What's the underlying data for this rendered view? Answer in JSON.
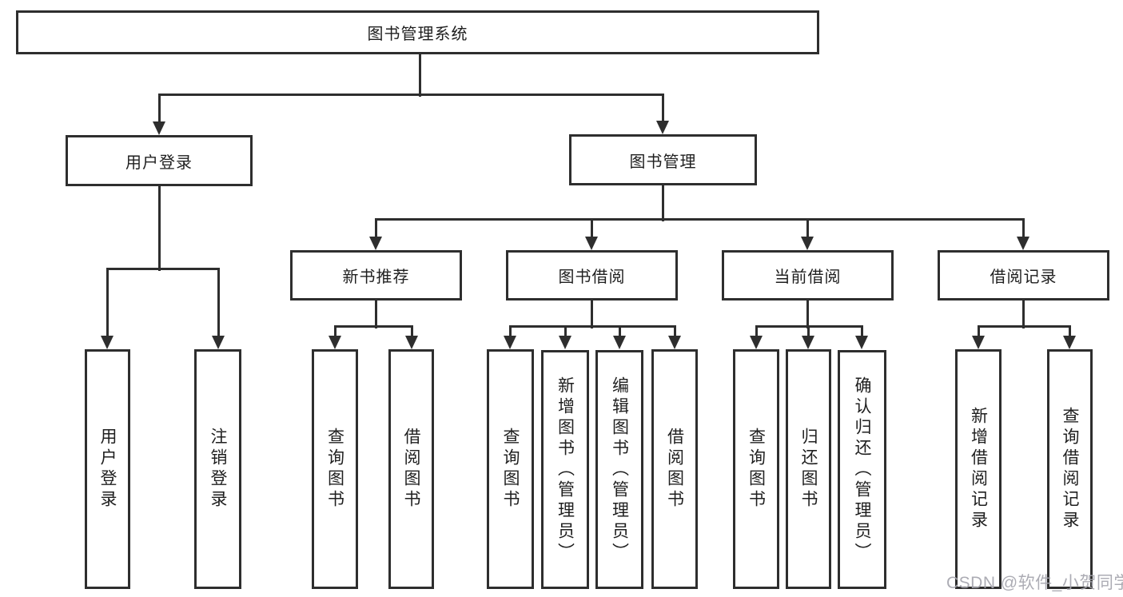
{
  "root": {
    "label": "图书管理系统"
  },
  "login": {
    "label": "用户登录",
    "children": [
      {
        "label": "用户登录"
      },
      {
        "label": "注销登录"
      }
    ]
  },
  "mgmt": {
    "label": "图书管理",
    "sections": [
      {
        "label": "新书推荐",
        "children": [
          {
            "label": "查询图书"
          },
          {
            "label": "借阅图书"
          }
        ]
      },
      {
        "label": "图书借阅",
        "children": [
          {
            "label": "查询图书"
          },
          {
            "label": "新增图书（管理员）"
          },
          {
            "label": "编辑图书（管理员）"
          },
          {
            "label": "借阅图书"
          }
        ]
      },
      {
        "label": "当前借阅",
        "children": [
          {
            "label": "查询图书"
          },
          {
            "label": "归还图书"
          },
          {
            "label": "确认归还（管理员）"
          }
        ]
      },
      {
        "label": "借阅记录",
        "children": [
          {
            "label": "新增借阅记录"
          },
          {
            "label": "查询借阅记录"
          }
        ]
      }
    ]
  },
  "watermark": {
    "text": "CSDN @软件_小贺同学"
  },
  "colors": {
    "line": "#2e2e2e",
    "text": "#1f1f1f",
    "watermark_gray": "#a6a6ae"
  }
}
